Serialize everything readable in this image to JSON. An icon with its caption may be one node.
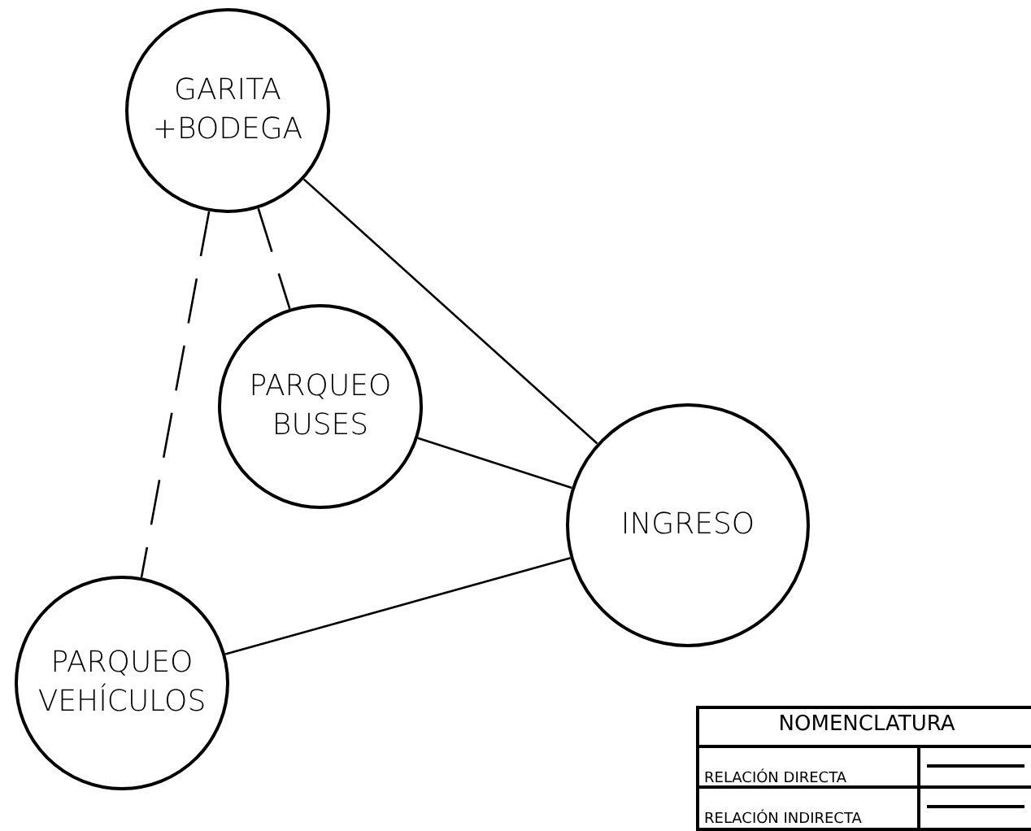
{
  "diagram": {
    "nodes": [
      {
        "text": [
          "GARITA +BODEGA"
        ]
      },
      {
        "text": [
          "PARQUEO BUSES"
        ]
      },
      {
        "text": [
          "INGRESO"
        ]
      },
      {
        "text": [
          "PARQUEO VEHÍCULOS"
        ]
      }
    ],
    "edges": [
      {
        "from": 0,
        "to": 2,
        "arrow": "none"
      },
      {
        "from": 0,
        "to": 1,
        "arrow": "none",
        "style": "dashed"
      },
      {
        "from": 1,
        "to": 2,
        "arrow": "none"
      },
      {
        "from": 0,
        "to": 3,
        "arrow": "none",
        "style": "dashed"
      },
      {
        "from": 3,
        "to": 2,
        "arrow": "none"
      }
    ],
    "labels": [
      "NOMENCLATURA"
    ],
    "legend": [
      {
        "text": "RELACIÓN DIRECTA"
      },
      {
        "text": "RELACIÓN INDIRECTA"
      }
    ]
  }
}
